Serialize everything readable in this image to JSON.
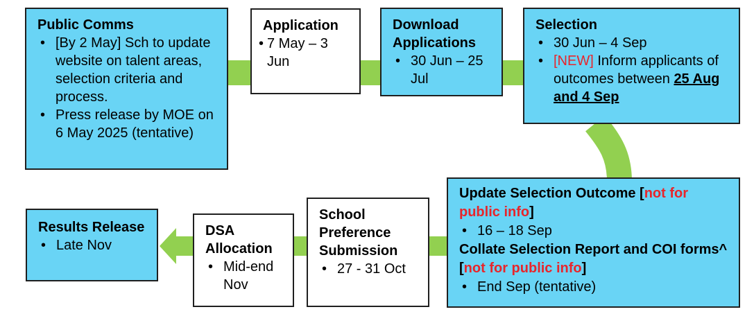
{
  "stages": {
    "public_comms": {
      "title": "Public Comms",
      "bullet_1": "[By 2 May] Sch to update website on talent areas, selection criteria and process.",
      "bullet_2": "Press release by MOE on 6 May 2025 (tentative)"
    },
    "application": {
      "title": "Application",
      "bullet_1": "7 May – 3 Jun"
    },
    "download_applications": {
      "title": "Download Applications",
      "bullet_1": "30 Jun – 25 Jul"
    },
    "selection": {
      "title": "Selection",
      "bullet_1": "30 Jun – 4 Sep",
      "bullet_2_tag": "[NEW]",
      "bullet_2_text": " Inform applicants of outcomes between ",
      "bullet_2_emphasis": "25 Aug and 4 Sep"
    },
    "update_selection_outcome": {
      "title": "Update Selection Outcome [",
      "title_red": "not for public info",
      "title_close": "]",
      "bullet_1": "16 – 18 Sep",
      "subtitle": "Collate Selection Report and COI forms^ [",
      "subtitle_red": "not for public info",
      "subtitle_close": "]",
      "bullet_2": "End Sep (tentative)"
    },
    "school_preference": {
      "title": "School Preference Submission",
      "bullet_1": "27 - 31 Oct"
    },
    "dsa_allocation": {
      "title": "DSA Allocation",
      "bullet_1": "Mid-end Nov"
    },
    "results_release": {
      "title": "Results Release",
      "bullet_1": "Late Nov"
    }
  },
  "colors": {
    "box_fill": "#69d4f5",
    "connector": "#92d050",
    "emphasis_red": "#e8252b",
    "border": "#1f1f1f"
  }
}
